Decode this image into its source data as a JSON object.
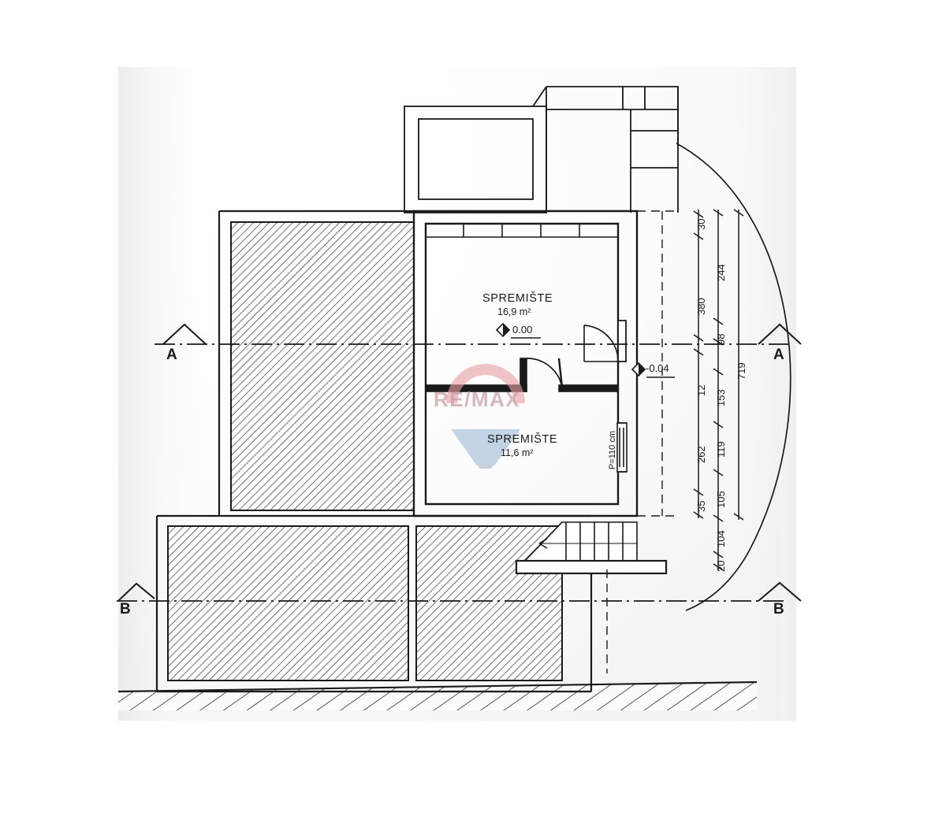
{
  "drawing": {
    "type": "architectural-floor-plan",
    "title_visible": false,
    "paper_color": "#ffffff",
    "ink_color": "#1a1a1a"
  },
  "rooms": [
    {
      "id": "spremiste-1",
      "name": "SPREMIŠTE",
      "area": "16,9 m²"
    },
    {
      "id": "spremiste-2",
      "name": "SPREMIŠTE",
      "area": "11,6 m²"
    }
  ],
  "elevations": [
    {
      "id": "elev-0",
      "value": "0.00"
    },
    {
      "id": "elev-1",
      "value": "-0.04"
    }
  ],
  "section_markers": [
    {
      "id": "sect-a-left",
      "letter": "A"
    },
    {
      "id": "sect-a-right",
      "letter": "A"
    },
    {
      "id": "sect-b-left",
      "letter": "B"
    },
    {
      "id": "sect-b-right",
      "letter": "B"
    }
  ],
  "annotations": [
    {
      "id": "window-sill",
      "text": "P=110 cm"
    }
  ],
  "dimension_chains": [
    {
      "id": "inner-chain",
      "orientation": "vertical",
      "values": [
        "30",
        "380",
        "12",
        "262",
        "35"
      ]
    },
    {
      "id": "middle-chain",
      "orientation": "vertical",
      "values": [
        "244",
        "98",
        "153",
        "119",
        "105",
        "104",
        "20"
      ]
    },
    {
      "id": "outer-chain",
      "orientation": "vertical",
      "values": [
        "719"
      ]
    }
  ],
  "watermark": {
    "id": "remax-balloon",
    "text": "RE/MAX",
    "balloon_top_color": "#e8a0a6",
    "balloon_bottom_color": "#a8c3dd",
    "text_color": "#c9a0a6"
  }
}
